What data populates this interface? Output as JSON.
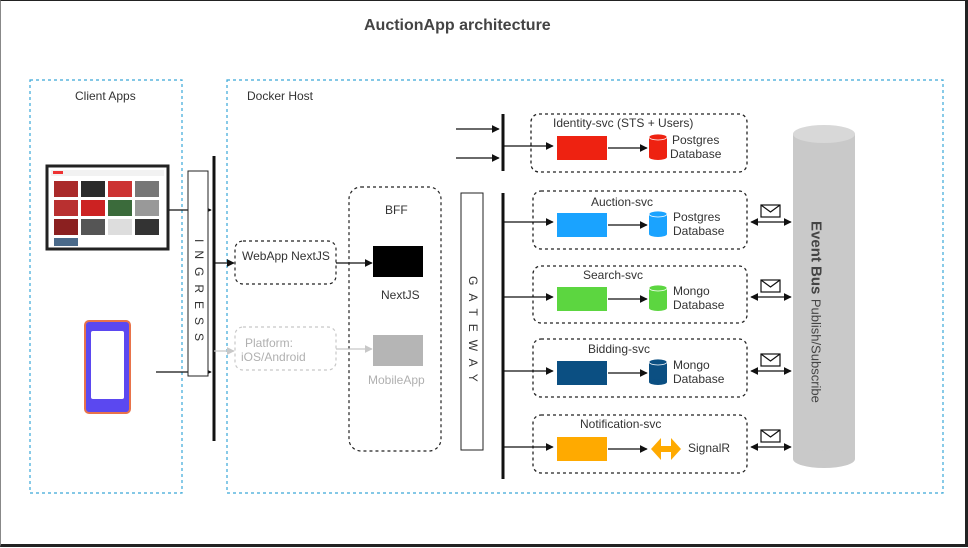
{
  "title": "AuctionApp architecture",
  "groups": {
    "client_apps": "Client Apps",
    "docker_host": "Docker Host"
  },
  "ingress": "INGRESS",
  "gateway": "GATEWAY",
  "bff": {
    "label": "BFF",
    "nextjs": "NextJS",
    "mobileapp": "MobileApp"
  },
  "clients": {
    "webapp": "WebApp NextJS",
    "platform_line1": "Platform:",
    "platform_line2": "iOS/Android"
  },
  "services": [
    {
      "name": "Identity-svc (STS + Users)",
      "db_line1": "Postgres",
      "db_line2": "Database",
      "color": "#ee2211",
      "db_color": "#ee2211"
    },
    {
      "name": "Auction-svc",
      "db_line1": "Postgres",
      "db_line2": "Database",
      "color": "#1aa3ff",
      "db_color": "#1aa3ff"
    },
    {
      "name": "Search-svc",
      "db_line1": "Mongo",
      "db_line2": "Database",
      "color": "#5cd640",
      "db_color": "#5cd640"
    },
    {
      "name": "Bidding-svc",
      "db_line1": "Mongo",
      "db_line2": "Database",
      "color": "#0b4f82",
      "db_color": "#0b4f82"
    },
    {
      "name": "Notification-svc",
      "db_line1": "SignalR",
      "db_line2": "",
      "color": "#ffaa00",
      "db_color": "#ffaa00"
    }
  ],
  "event_bus": {
    "title": "Event Bus",
    "subtitle": "Publish/Subscribe"
  },
  "icons": [
    "laptop-screenshot-icon",
    "phone-icon",
    "database-icon",
    "signalr-icon",
    "envelope-icon"
  ]
}
